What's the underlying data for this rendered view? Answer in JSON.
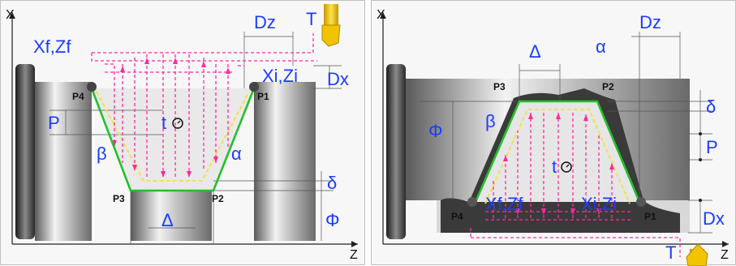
{
  "left_diagram": {
    "labels": {
      "x_axis": "X",
      "z_axis": "Z",
      "xf_zf": "Xf,Zf",
      "xi_zi": "Xi,Zi",
      "dz": "Dz",
      "dx": "Dx",
      "tool": "T",
      "p": "P",
      "t": "t",
      "beta": "β",
      "alpha": "α",
      "delta_sym": "δ",
      "phi": "Φ",
      "delta_tri": "Δ",
      "p1": "P1",
      "p2": "P2",
      "p3": "P3",
      "p4": "P4"
    }
  },
  "right_diagram": {
    "labels": {
      "x_axis": "X",
      "z_axis": "Z",
      "xf_zf": "Xf,Zf",
      "xi_zi": "Xi,Zi",
      "dz": "Dz",
      "dx": "Dx",
      "tool": "T",
      "p": "P",
      "t": "t",
      "beta": "β",
      "alpha": "α",
      "delta_sym": "δ",
      "phi": "Φ",
      "delta_tri": "Δ",
      "p1": "P1",
      "p2": "P2",
      "p3": "P3",
      "p4": "P4"
    }
  },
  "colors": {
    "label_blue": "#1a3cff",
    "path_magenta": "#ff2aa0",
    "profile_green": "#22c02a",
    "finish_yellow": "#f5e04a",
    "tool_yellow": "#f2c400",
    "dark_profile": "#3a3a3a"
  }
}
